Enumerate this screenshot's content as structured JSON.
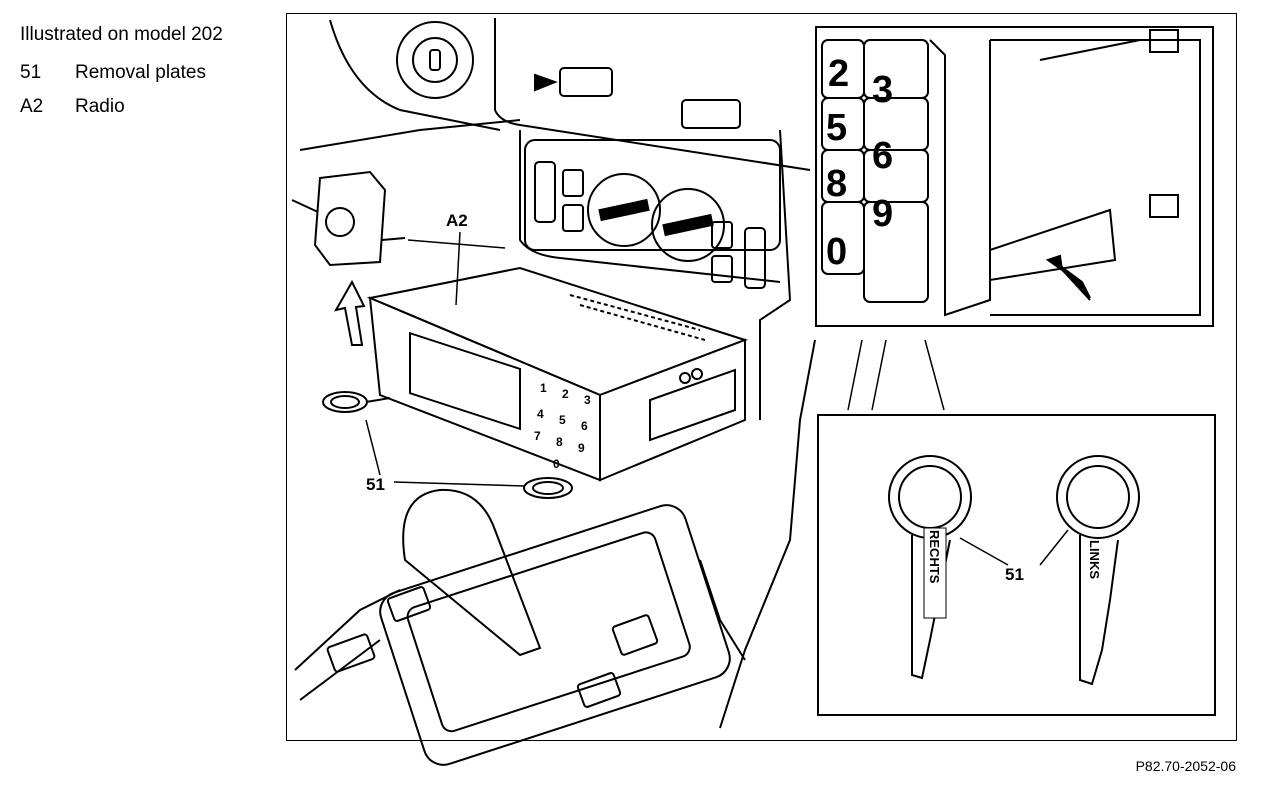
{
  "legend": {
    "title": "Illustrated on model 202",
    "items": [
      {
        "code": "51",
        "label": "Removal plates"
      },
      {
        "code": "A2",
        "label": "Radio"
      }
    ]
  },
  "callouts": {
    "radio": "A2",
    "plates_main": "51",
    "plates_detail": "51"
  },
  "detail_keypad": [
    "2",
    "3",
    "5",
    "6",
    "8",
    "9",
    "0"
  ],
  "radio_keypad": [
    "1",
    "2",
    "3",
    "4",
    "5",
    "6",
    "7",
    "8",
    "9",
    "0"
  ],
  "tool_labels": {
    "left": "RECHTS",
    "right": "LINKS"
  },
  "drawing_ref": "P82.70-2052-06"
}
